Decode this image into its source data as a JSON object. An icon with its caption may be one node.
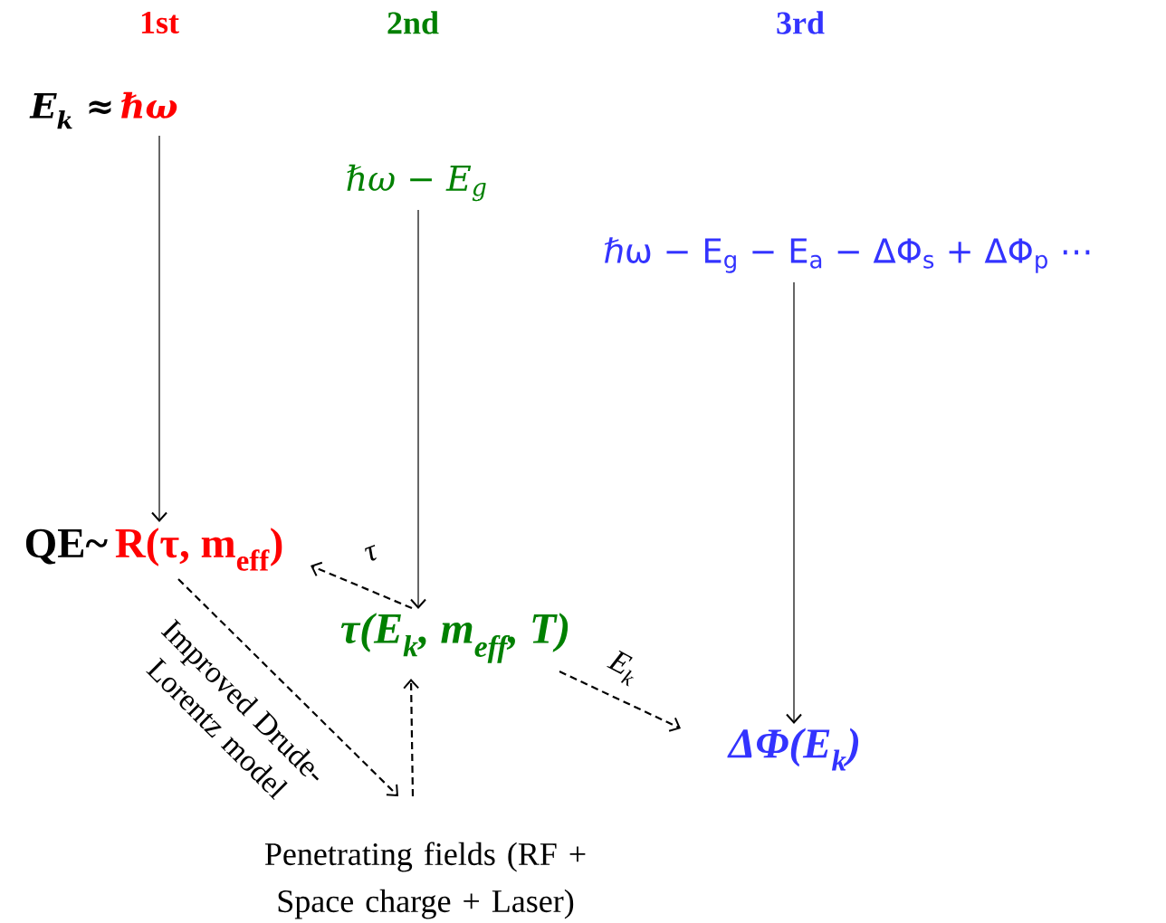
{
  "diagram": {
    "nodes": [
      {
        "text": [
          "E$_{k}$ ≈",
          "ℏω"
        ]
      },
      {
        "text": [
          "ℏω − E$_{g}$"
        ]
      },
      {
        "text": [
          "ℏω − E$_{g}$ − E$_{a}$ − ΔΦ$_{s}$ + ΔΦ$_{p}$ ⋯"
        ]
      },
      {
        "text": [
          "QE~",
          "R(τ, m$_{eff}$)"
        ]
      },
      {
        "text": [
          "τ(E$_{k}$, m$_{eff}$, T)"
        ]
      },
      {
        "text": [
          "Penetrating fields (RF + Space charge + Laser)"
        ]
      },
      {
        "text": [
          "ΔΦ(E$_{k}$)"
        ]
      }
    ],
    "edges": [
      {
        "from": 0,
        "to": 3,
        "arrow": "to"
      },
      {
        "from": 1,
        "to": 4,
        "arrow": "to"
      },
      {
        "from": 2,
        "to": 6,
        "arrow": "to"
      },
      {
        "from": 4,
        "to": 3,
        "arrow": "to",
        "style": "dashed",
        "label": "τ"
      },
      {
        "from": 3,
        "to": 5,
        "arrow": "to",
        "style": "dashed",
        "label": "Improved Drude-Lorentz model"
      },
      {
        "from": 5,
        "to": 4,
        "arrow": "to",
        "style": "dashed"
      },
      {
        "from": 4,
        "to": 6,
        "arrow": "to",
        "style": "dashed",
        "label": "E$_{k}$"
      }
    ],
    "labels": [
      "1st",
      "2nd",
      "3rd"
    ]
  }
}
